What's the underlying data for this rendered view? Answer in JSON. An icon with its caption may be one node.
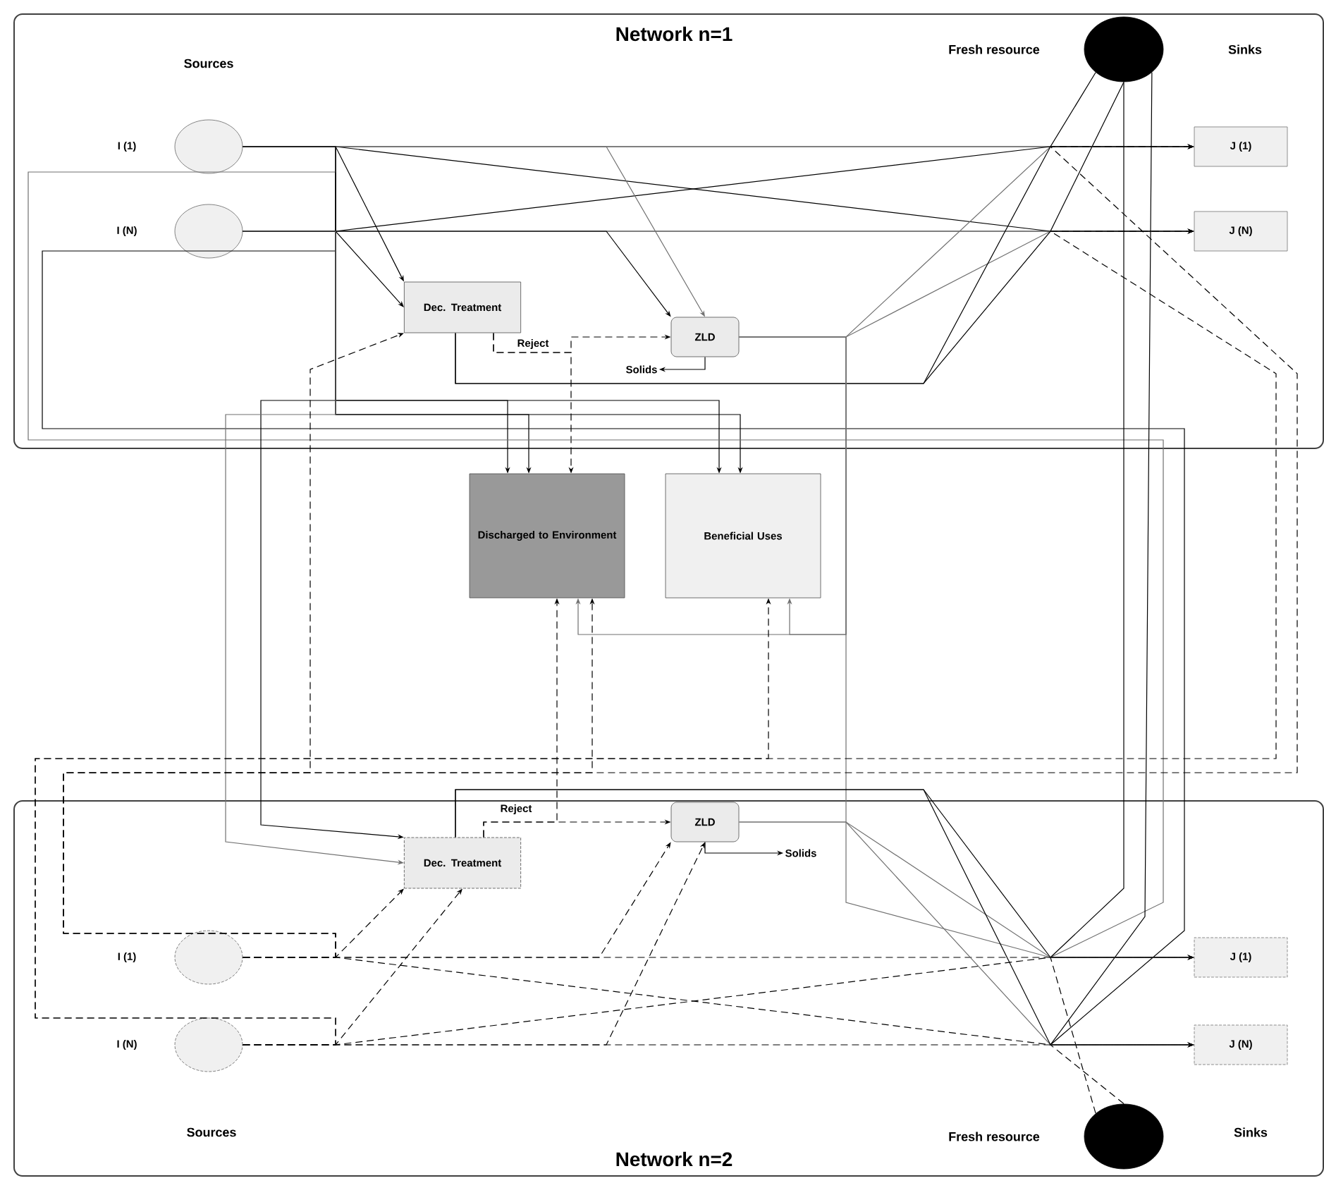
{
  "diagram": {
    "nodes": [
      {
        "text": [
          "Network n=1"
        ]
      },
      {
        "text": [],
        "shape": "circle",
        "beside": [
          "I (1)"
        ],
        "in": 0
      },
      {
        "text": [],
        "shape": "circle",
        "beside": [
          "I (N)"
        ],
        "in": 0
      },
      {
        "text": [],
        "shape": "circle",
        "beside": [
          "Fresh resource"
        ],
        "in": 0
      },
      {
        "text": [
          "J (1)"
        ],
        "in": 0
      },
      {
        "text": [
          "J (N)"
        ],
        "in": 0
      },
      {
        "text": [
          "Dec. Treatment"
        ],
        "in": 0
      },
      {
        "text": [
          "ZLD"
        ],
        "in": 0
      },
      {
        "text": [
          "Solids"
        ],
        "in": 0
      },
      {
        "text": [
          "Discharged to Environment"
        ]
      },
      {
        "text": [
          "Beneficial Uses"
        ]
      },
      {
        "text": [
          "Network n=2"
        ]
      },
      {
        "text": [
          "Dec. Treatment"
        ],
        "in": 11
      },
      {
        "text": [
          "ZLD"
        ],
        "in": 11
      },
      {
        "text": [
          "Solids"
        ],
        "in": 11
      },
      {
        "text": [],
        "shape": "circle",
        "beside": [
          "I (1)"
        ],
        "in": 11
      },
      {
        "text": [],
        "shape": "circle",
        "beside": [
          "I (N)"
        ],
        "in": 11
      },
      {
        "text": [
          "J (1)"
        ],
        "in": 11
      },
      {
        "text": [
          "J (N)"
        ],
        "in": 11
      },
      {
        "text": [],
        "shape": "circle",
        "beside": [
          "Fresh resource"
        ],
        "in": 11
      }
    ],
    "edges": [
      {
        "from": 1,
        "to": 4,
        "arrow": "to"
      },
      {
        "from": 1,
        "to": 5,
        "arrow": "to"
      },
      {
        "from": 2,
        "to": 4,
        "arrow": "to"
      },
      {
        "from": 2,
        "to": 5,
        "arrow": "to"
      },
      {
        "from": 1,
        "to": 6,
        "arrow": "to"
      },
      {
        "from": 2,
        "to": 6,
        "arrow": "to"
      },
      {
        "from": 1,
        "to": 7,
        "arrow": "to",
        "color": "#707070"
      },
      {
        "from": 2,
        "to": 7,
        "arrow": "to"
      },
      {
        "from": 3,
        "to": 4,
        "arrow": "to"
      },
      {
        "from": 3,
        "to": 5,
        "arrow": "to"
      },
      {
        "from": 6,
        "to": 7,
        "arrow": "to",
        "style": "dashed",
        "label": "Reject"
      },
      {
        "from": 7,
        "to": 8,
        "arrow": "to"
      },
      {
        "from": 6,
        "to": 9,
        "arrow": "to",
        "style": "dashed"
      },
      {
        "from": 7,
        "to": 4,
        "arrow": "to",
        "color": "#707070"
      },
      {
        "from": 7,
        "to": 5,
        "arrow": "to",
        "color": "#707070"
      },
      {
        "from": 6,
        "to": 4,
        "arrow": "to"
      },
      {
        "from": 6,
        "to": 5,
        "arrow": "to"
      },
      {
        "from": 1,
        "to": 9,
        "arrow": "to"
      },
      {
        "from": 2,
        "to": 9,
        "arrow": "to"
      },
      {
        "from": 1,
        "to": 10,
        "arrow": "to"
      },
      {
        "from": 2,
        "to": 10,
        "arrow": "to"
      },
      {
        "from": 1,
        "to": 17,
        "arrow": "to",
        "color": "#707070"
      },
      {
        "from": 2,
        "to": 18,
        "arrow": "to"
      },
      {
        "from": 7,
        "to": 17,
        "arrow": "to",
        "color": "#707070"
      },
      {
        "from": 3,
        "to": 17,
        "arrow": "to"
      },
      {
        "from": 3,
        "to": 18,
        "arrow": "to"
      },
      {
        "from": 7,
        "to": 10,
        "arrow": "to",
        "color": "#707070"
      },
      {
        "from": 7,
        "to": 9,
        "arrow": "to",
        "color": "#707070"
      },
      {
        "from": 1,
        "to": 12,
        "arrow": "to"
      },
      {
        "from": 2,
        "to": 12,
        "arrow": "to",
        "color": "#707070"
      },
      {
        "from": 15,
        "to": 17,
        "arrow": "to",
        "style": "dashed"
      },
      {
        "from": 15,
        "to": 18,
        "arrow": "to",
        "style": "dashed"
      },
      {
        "from": 16,
        "to": 17,
        "arrow": "to",
        "style": "dashed"
      },
      {
        "from": 16,
        "to": 18,
        "arrow": "to",
        "style": "dashed"
      },
      {
        "from": 15,
        "to": 12,
        "arrow": "to",
        "style": "dashed"
      },
      {
        "from": 16,
        "to": 12,
        "arrow": "to",
        "style": "dashed"
      },
      {
        "from": 15,
        "to": 13,
        "arrow": "to",
        "style": "dashed"
      },
      {
        "from": 16,
        "to": 13,
        "arrow": "to",
        "style": "dashed"
      },
      {
        "from": 19,
        "to": 17,
        "arrow": "to",
        "style": "dashed"
      },
      {
        "from": 19,
        "to": 18,
        "arrow": "to",
        "style": "dashed"
      },
      {
        "from": 12,
        "to": 13,
        "arrow": "to",
        "style": "dashed",
        "label": "Reject"
      },
      {
        "from": 12,
        "to": 9,
        "arrow": "to",
        "style": "dashed"
      },
      {
        "from": 13,
        "to": 14,
        "arrow": "to"
      },
      {
        "from": 13,
        "to": 17,
        "arrow": "to",
        "color": "#707070"
      },
      {
        "from": 13,
        "to": 18,
        "arrow": "to",
        "color": "#707070"
      },
      {
        "from": 12,
        "to": 17,
        "arrow": "to"
      },
      {
        "from": 12,
        "to": 18,
        "arrow": "to"
      },
      {
        "from": 15,
        "to": 4,
        "arrow": "to",
        "style": "dashed"
      },
      {
        "from": 16,
        "to": 5,
        "arrow": "to",
        "style": "dashed"
      },
      {
        "from": 15,
        "to": 9,
        "arrow": "to",
        "style": "dashed"
      },
      {
        "from": 16,
        "to": 10,
        "arrow": "to",
        "style": "dashed"
      },
      {
        "from": 15,
        "to": 6,
        "arrow": "to",
        "style": "dashed"
      }
    ],
    "labels": [
      "Sources",
      "Sinks",
      "Sources",
      "Sinks"
    ]
  }
}
